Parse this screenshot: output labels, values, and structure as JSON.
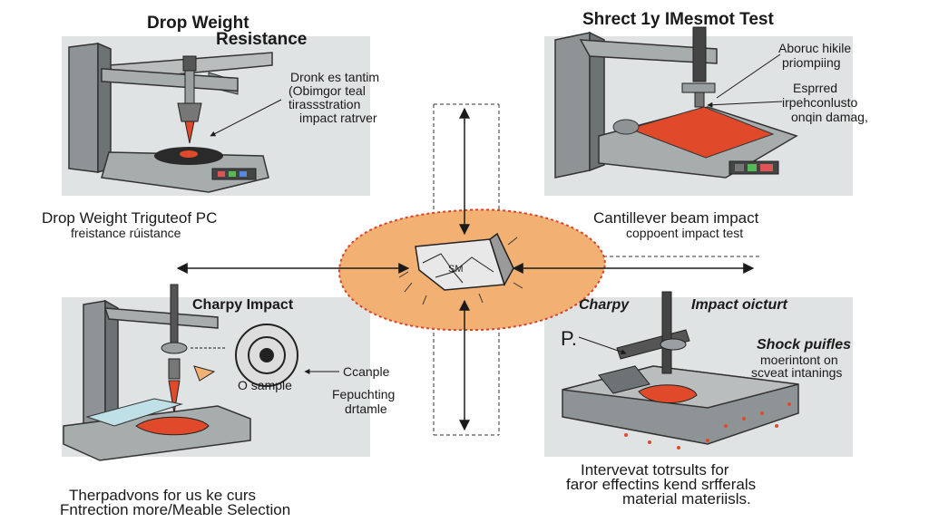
{
  "top_left": {
    "title_line1": "Drop Weight",
    "title_line2": "Resistance",
    "callout": [
      "Dronk es tantim",
      "(Obimgor teal",
      "tirassstration",
      "impact ratrver"
    ],
    "caption_line1": "Drop Weight Triguteof PC",
    "caption_line2": "freistance rúistance"
  },
  "top_right": {
    "title": "Shrect 1y IMesmot Test",
    "callout_a": [
      "Aboruc hikile",
      "priompiing"
    ],
    "callout_b": [
      "Esprred",
      "irpehconlusto",
      "onqin damag,"
    ],
    "caption_line1": "Cantillever beam impact",
    "caption_line2": "coppoent impact test"
  },
  "bottom_left": {
    "title": "Charpy Impact",
    "sample_label_a": "Ccanple",
    "sample_label_b": "O sample",
    "callout": [
      "Fepuchting",
      "drtamle"
    ],
    "caption_line1": "Therpadvons for us ke curs",
    "caption_line2": "Fntrection more/Meable Selection"
  },
  "bottom_right": {
    "title_a": "Charpy",
    "title_b": "Impact oicturt",
    "marker": "P.",
    "shock_title": "Shock puifles",
    "shock_body": [
      "moerintont on",
      "scveat intanings"
    ],
    "caption": [
      "Intervevat totrsults for",
      "faror effectins kend srfferals",
      "material materiisls."
    ]
  },
  "center": {
    "specimen_label": "SM"
  },
  "colors": {
    "panel_bg": "#dfe3e3",
    "machine_gray": "#8e9496",
    "impact_red": "#e04a2a",
    "blob_orange": "#f2b072",
    "blob_ring": "#d8452a"
  }
}
